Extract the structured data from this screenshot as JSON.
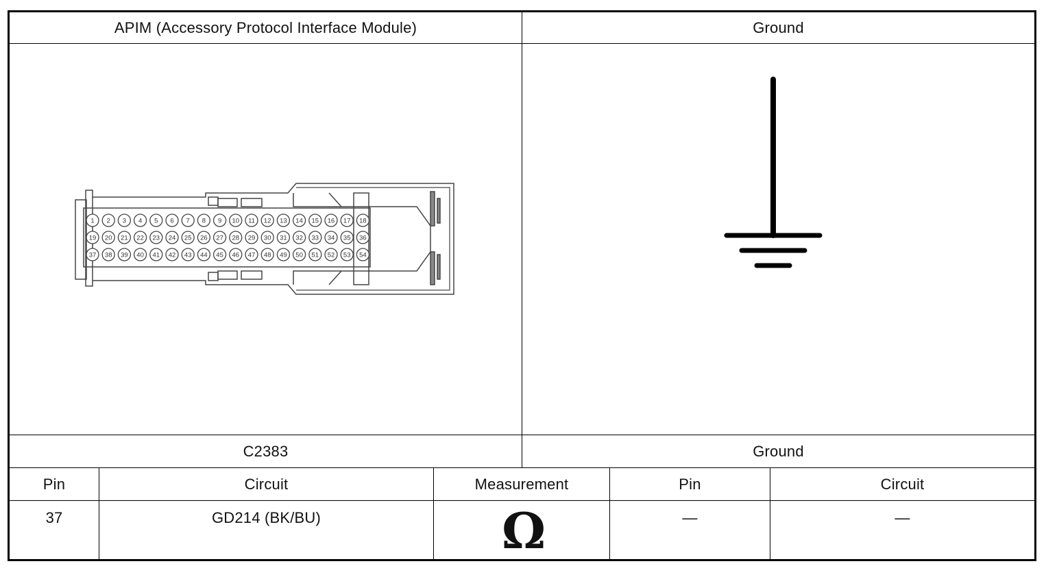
{
  "header": {
    "left_title": "APIM (Accessory Protocol Interface Module)",
    "right_title": "Ground"
  },
  "connector": {
    "id": "C2383",
    "pins_row1": [
      "1",
      "2",
      "3",
      "4",
      "5",
      "6",
      "7",
      "8",
      "9",
      "10",
      "11",
      "12",
      "13",
      "14",
      "15",
      "16",
      "17",
      "18"
    ],
    "pins_row2": [
      "19",
      "20",
      "21",
      "22",
      "23",
      "24",
      "25",
      "26",
      "27",
      "28",
      "29",
      "30",
      "31",
      "32",
      "33",
      "34",
      "35",
      "36"
    ],
    "pins_row3": [
      "37",
      "38",
      "39",
      "40",
      "41",
      "42",
      "43",
      "44",
      "45",
      "46",
      "47",
      "48",
      "49",
      "50",
      "51",
      "52",
      "53",
      "54"
    ]
  },
  "ground_label": "Ground",
  "table": {
    "headers": {
      "pin": "Pin",
      "circuit": "Circuit",
      "measurement": "Measurement",
      "pin2": "Pin",
      "circuit2": "Circuit"
    },
    "row": {
      "pin": "37",
      "circuit": "GD214 (BK/BU)",
      "measurement_symbol": "Ω",
      "pin2": "—",
      "circuit2": "—"
    }
  }
}
